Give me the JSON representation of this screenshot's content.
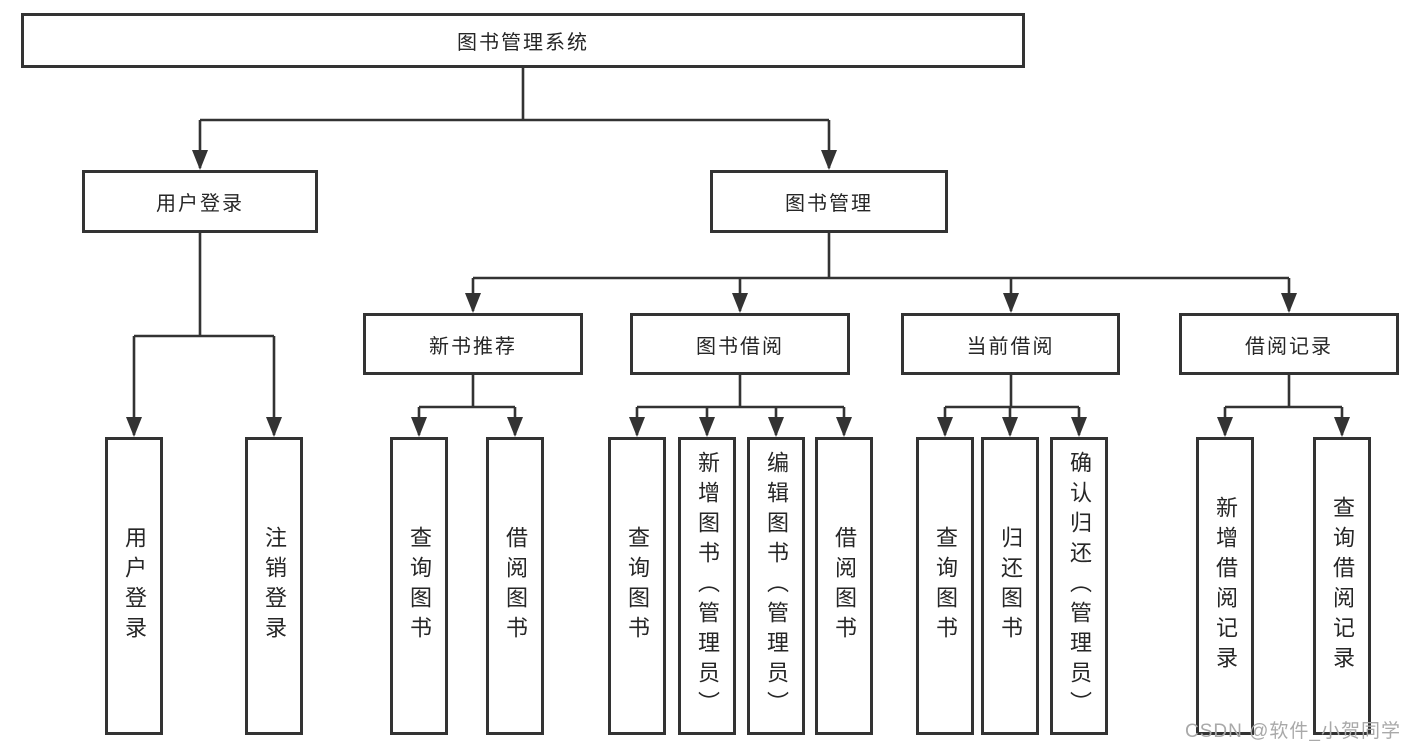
{
  "nodes": {
    "root": "图书管理系统",
    "user_login": "用户登录",
    "book_management": "图书管理",
    "new_book_recommend": "新书推荐",
    "book_borrowing": "图书借阅",
    "current_borrowing": "当前借阅",
    "borrowing_records": "借阅记录",
    "leaf_user_login": "用户登录",
    "leaf_logout": "注销登录",
    "leaf_rec_query_books": "查询图书",
    "leaf_rec_borrow_books": "借阅图书",
    "leaf_bb_query_books": "查询图书",
    "leaf_bb_add_books": "新增图书（管理员）",
    "leaf_bb_edit_books": "编辑图书（管理员）",
    "leaf_bb_borrow_books": "借阅图书",
    "leaf_cb_query_books": "查询图书",
    "leaf_cb_return_books": "归还图书",
    "leaf_cb_confirm_return": "确认归还（管理员）",
    "leaf_br_add_record": "新增借阅记录",
    "leaf_br_query_record": "查询借阅记录"
  },
  "watermark": "CSDN @软件_小贺同学",
  "colors": {
    "line": "#333333",
    "text": "#262626",
    "watermark": "#a9a9a9",
    "background": "#ffffff"
  }
}
